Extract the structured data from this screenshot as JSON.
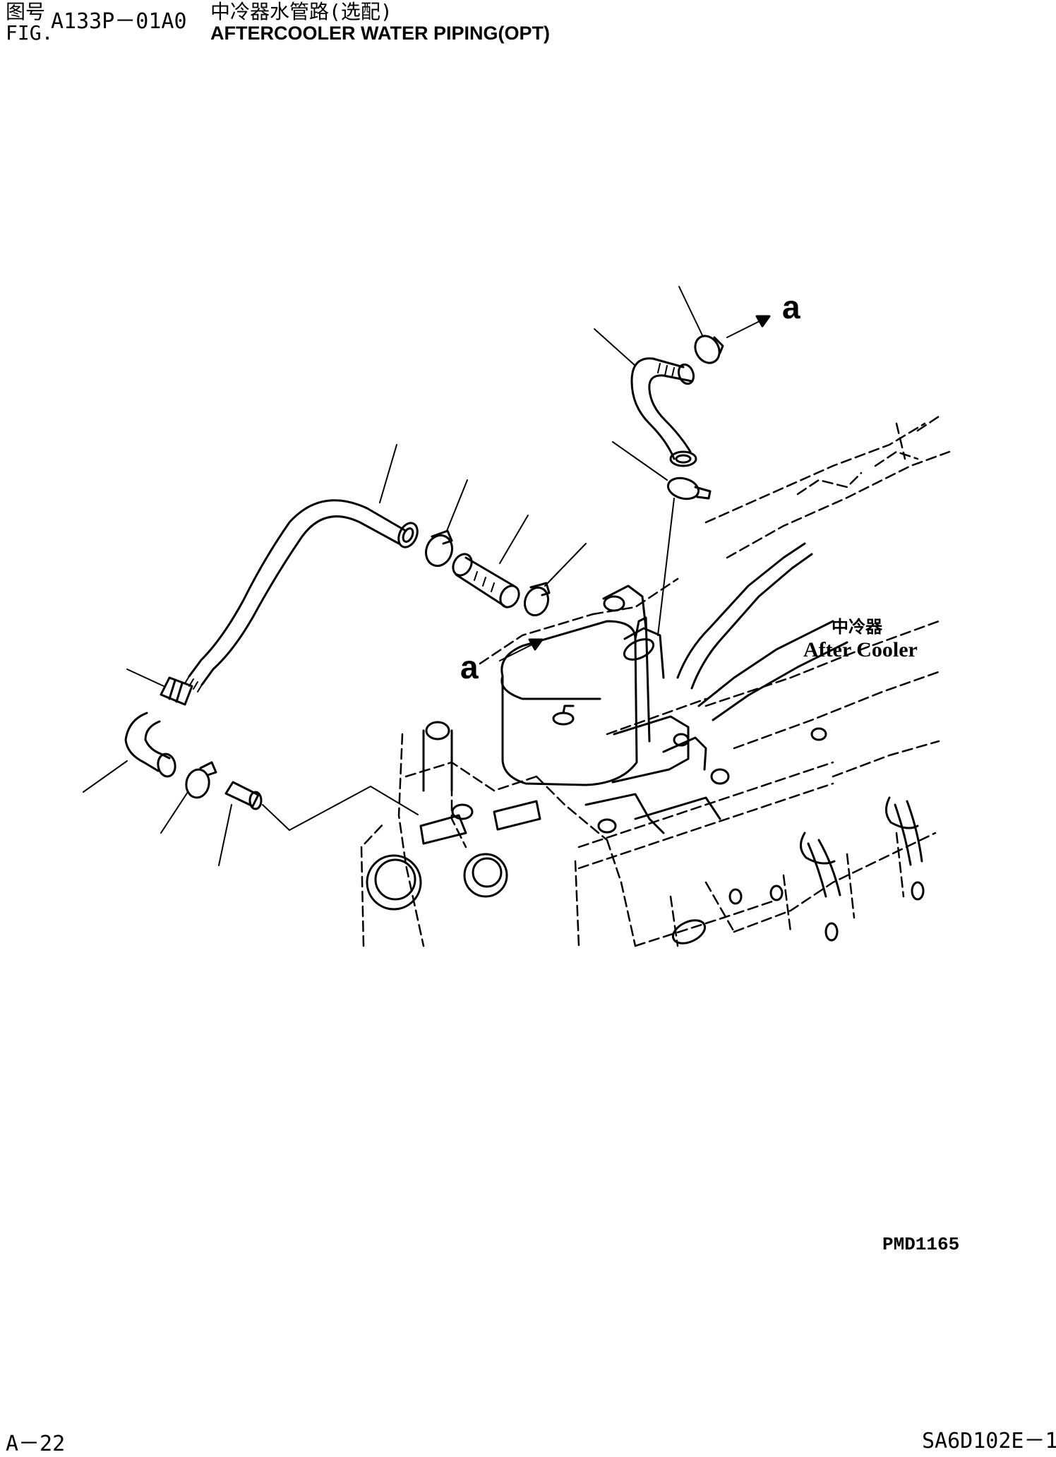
{
  "header": {
    "cn_label": "图号",
    "fig_label": "FIG.",
    "figure_number": "A133P－01A0",
    "title_cn": "中冷器水管路(选配)",
    "title_en": "AFTERCOOLER WATER PIPING(OPT)"
  },
  "callouts": {
    "top": "a",
    "middle": "a"
  },
  "component_label": {
    "cn": "中冷器",
    "en": "After Cooler"
  },
  "drawing_code": "PMD1165",
  "page_number": "A－22",
  "model_code": "SA6D102E－1"
}
